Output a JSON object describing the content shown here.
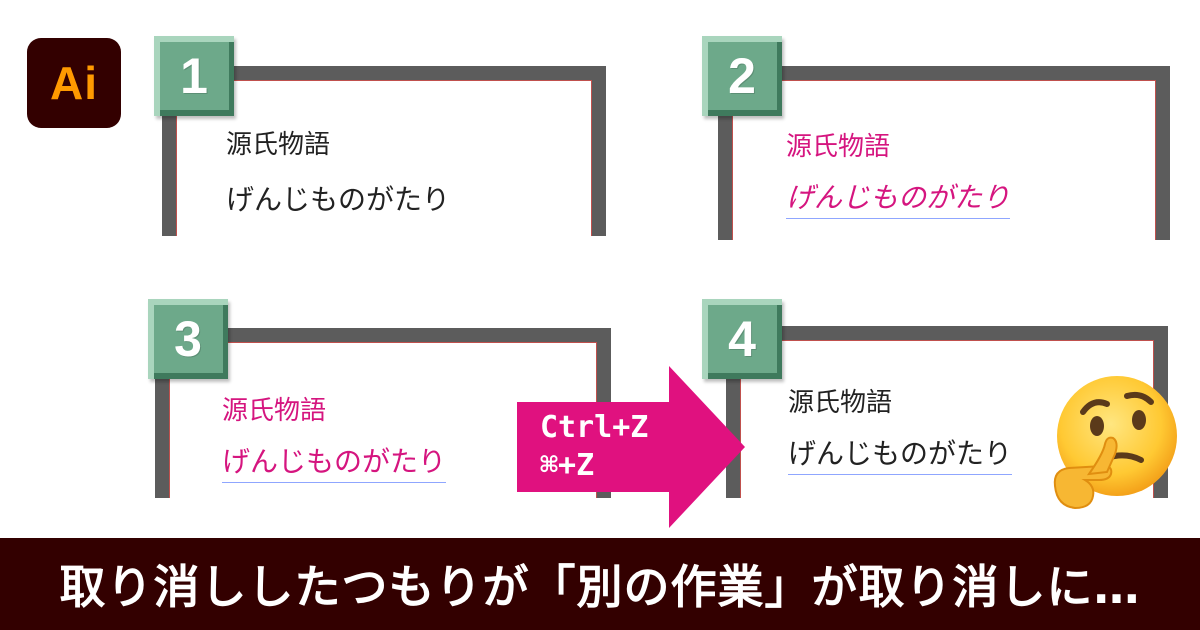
{
  "logo": {
    "text": "Ai"
  },
  "panels": [
    {
      "number": "1",
      "title": "源氏物語",
      "reading": "げんじものがたり"
    },
    {
      "number": "2",
      "title": "源氏物語",
      "reading": "げんじものがたり"
    },
    {
      "number": "3",
      "title": "源氏物語",
      "reading": "げんじものがたり"
    },
    {
      "number": "4",
      "title": "源氏物語",
      "reading": "げんじものがたり"
    }
  ],
  "shortcut": {
    "windows": "Ctrl+Z",
    "mac": "⌘+Z"
  },
  "banner": {
    "text": "取り消ししたつもりが「別の作業」が取り消しに…"
  },
  "colors": {
    "accent": "#e0117f",
    "frame": "#5c5c5c",
    "badge": "#6da98a",
    "banner_bg": "#330000",
    "logo_orange": "#ff9a00"
  },
  "icons": [
    "adobe-illustrator-logo",
    "thinking-face-emoji"
  ]
}
